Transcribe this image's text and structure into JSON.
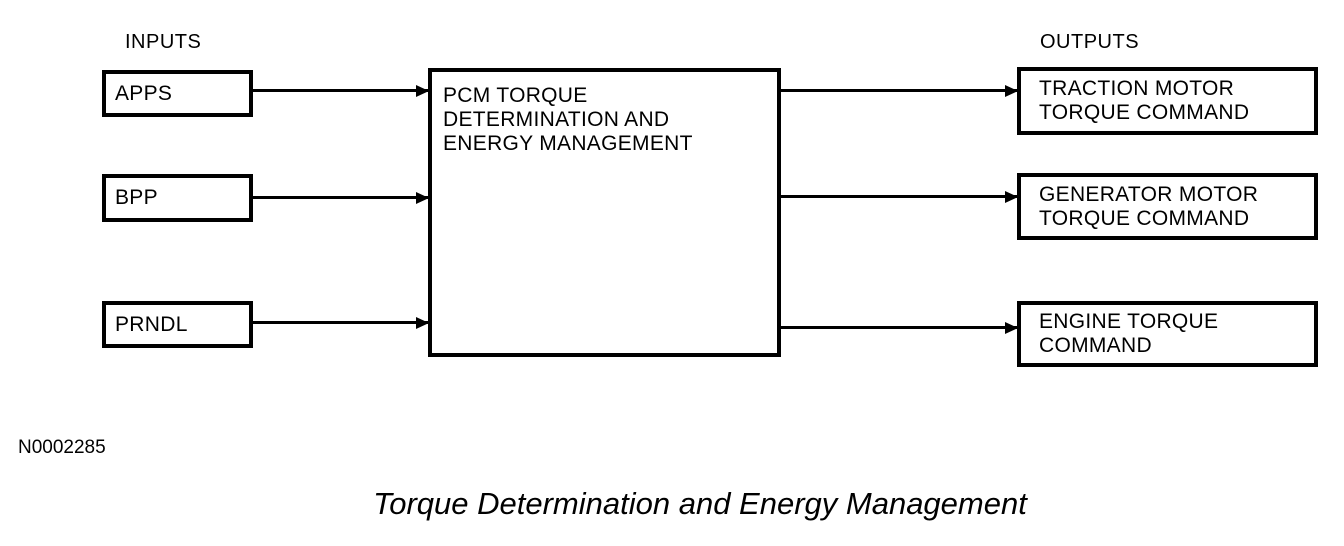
{
  "diagram": {
    "inputs_label": "INPUTS",
    "outputs_label": "OUTPUTS",
    "inputs": [
      {
        "label": "APPS"
      },
      {
        "label": "BPP"
      },
      {
        "label": "PRNDL"
      }
    ],
    "process": {
      "label": "PCM TORQUE\nDETERMINATION AND\nENERGY MANAGEMENT"
    },
    "outputs": [
      {
        "label": "TRACTION MOTOR\nTORQUE COMMAND"
      },
      {
        "label": "GENERATOR MOTOR\nTORQUE COMMAND"
      },
      {
        "label": "ENGINE TORQUE\nCOMMAND"
      }
    ],
    "reference_number": "N0002285",
    "caption": "Torque Determination and Energy Management",
    "colors": {
      "line": "#000000",
      "background": "#ffffff"
    }
  }
}
